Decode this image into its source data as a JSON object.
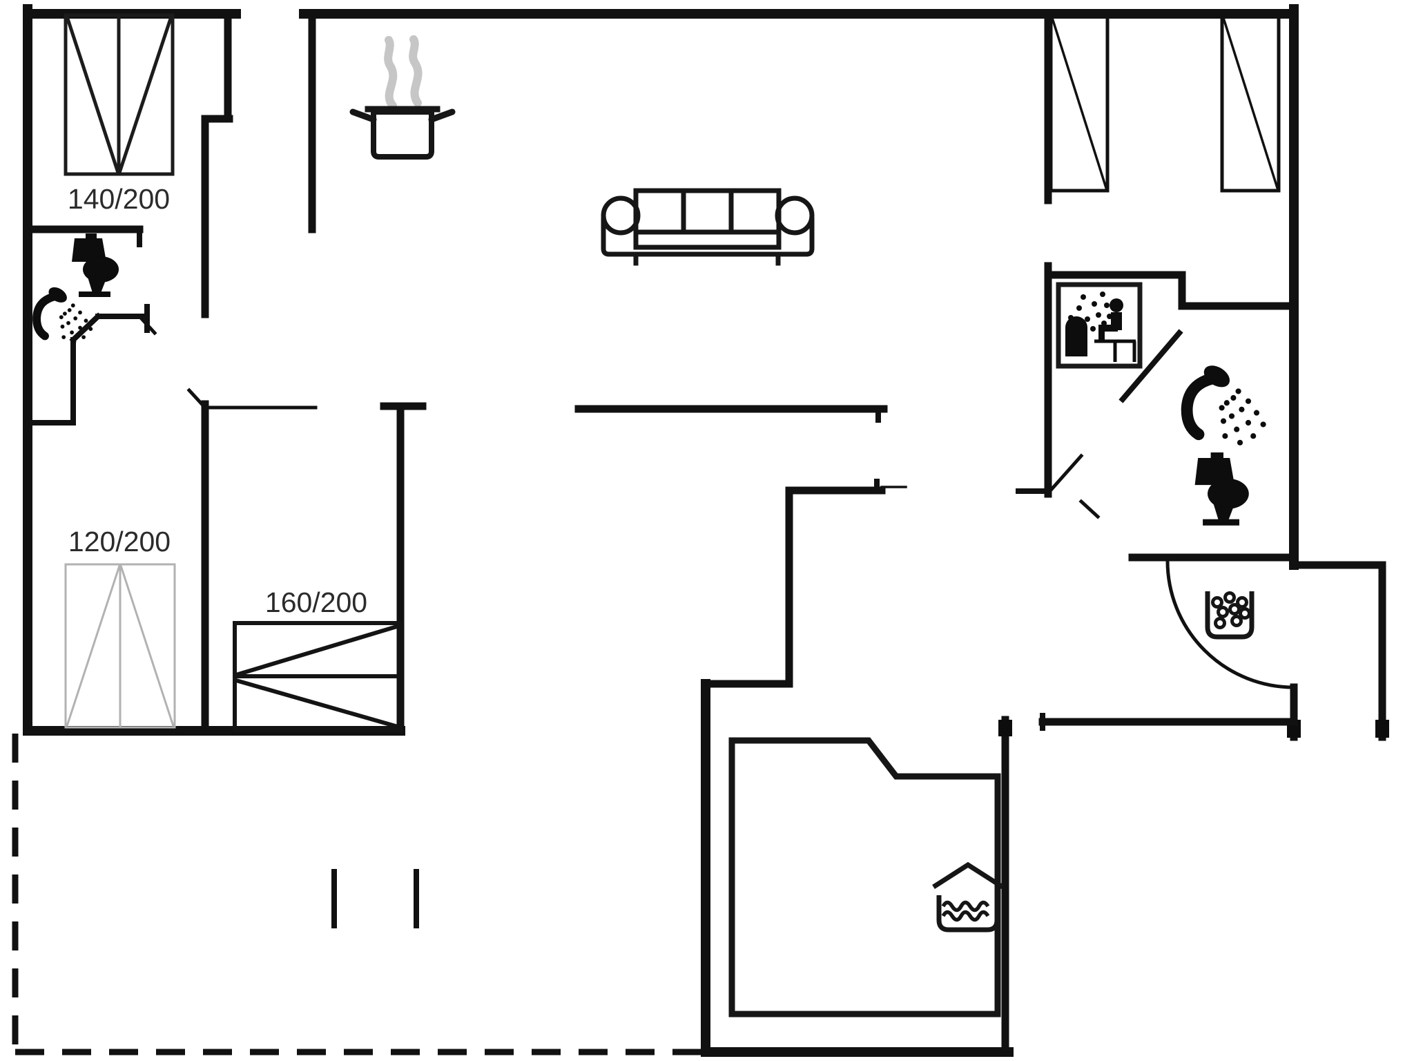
{
  "floorplan": {
    "description": "Holiday home floor plan, black line drawing on white",
    "colors": {
      "background": "#ffffff",
      "walls": "#111111",
      "furniture": "#161616",
      "light_furniture": "#b2b2b2",
      "steam": "#c6c6c6",
      "label_text": "#2b2b2b"
    },
    "rooms": {
      "bedroom_double": {
        "bed_label": "140/200"
      },
      "bedroom_single": {
        "bed_label": "120/200"
      },
      "bedroom_bunk": {
        "bed_label": "160/200"
      }
    },
    "icons": [
      {
        "name": "toilet-icon",
        "shape": "black silhouette, top-left bathroom and right bathroom"
      },
      {
        "name": "shower-icon",
        "shape": "hand shower with spray dots, two bathrooms"
      },
      {
        "name": "cooking-pot-icon",
        "shape": "pot with handles and grey steam, kitchen"
      },
      {
        "name": "steam-icon",
        "shape": "two grey wavy steam curls above pot"
      },
      {
        "name": "sofa-icon",
        "shape": "three-seat sofa, living room"
      },
      {
        "name": "wardrobe-icon",
        "shape": "rectangle with diagonal, two in top-right bedroom"
      },
      {
        "name": "sauna-icon",
        "shape": "framed pictogram: sauna stove, steam dots, seated person"
      },
      {
        "name": "wood-stove-icon",
        "shape": "open box with round stones, hall"
      },
      {
        "name": "indoor-pool-icon",
        "shape": "basin with two waves under roof chevron, pool room"
      },
      {
        "name": "door-swing-arc",
        "shape": "quarter-circle door swing, hall entrance"
      },
      {
        "name": "terrace-boundary-dashed",
        "shape": "dashed outline lower-left terrace"
      }
    ]
  }
}
